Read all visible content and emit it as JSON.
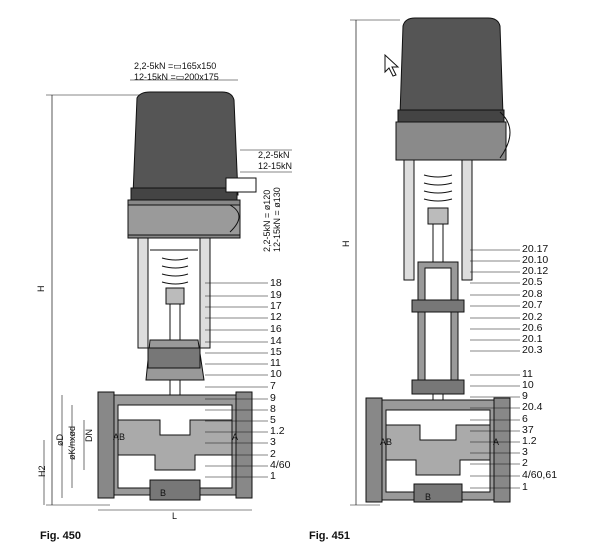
{
  "figures": {
    "fig450": {
      "caption": "Fig. 450",
      "actuator_sizes": [
        "2,2-5kN =▭165x150",
        "12-15kN =▭200x175"
      ],
      "side_sizes": [
        "2,2-5kN",
        "12-15kN"
      ],
      "diam_labels": [
        "2,2-5kN = ø120",
        "12-15kN = ø130"
      ],
      "dims": {
        "H": "H",
        "H2": "H2",
        "L": "L",
        "D": "øD",
        "K": "øK/nxød",
        "DN": "DN"
      },
      "ports": {
        "AB": "AB",
        "A": "A",
        "B": "B"
      },
      "callouts": [
        "18",
        "19",
        "17",
        "12",
        "16",
        "14",
        "15",
        "11",
        "10",
        "7",
        "9",
        "8",
        "5",
        "1.2",
        "3",
        "2",
        "4/60",
        "1"
      ]
    },
    "fig451": {
      "caption": "Fig. 451",
      "dims": {
        "H": "H"
      },
      "ports": {
        "AB": "AB",
        "A": "A",
        "B": "B"
      },
      "callouts": [
        "20.17",
        "20.10",
        "20.12",
        "20.5",
        "20.8",
        "20.7",
        "20.2",
        "20.6",
        "20.1",
        "20.3",
        "11",
        "10",
        "9",
        "20.4",
        "6",
        "37",
        "1.2",
        "3",
        "2",
        "4/60,61",
        "1"
      ]
    }
  }
}
